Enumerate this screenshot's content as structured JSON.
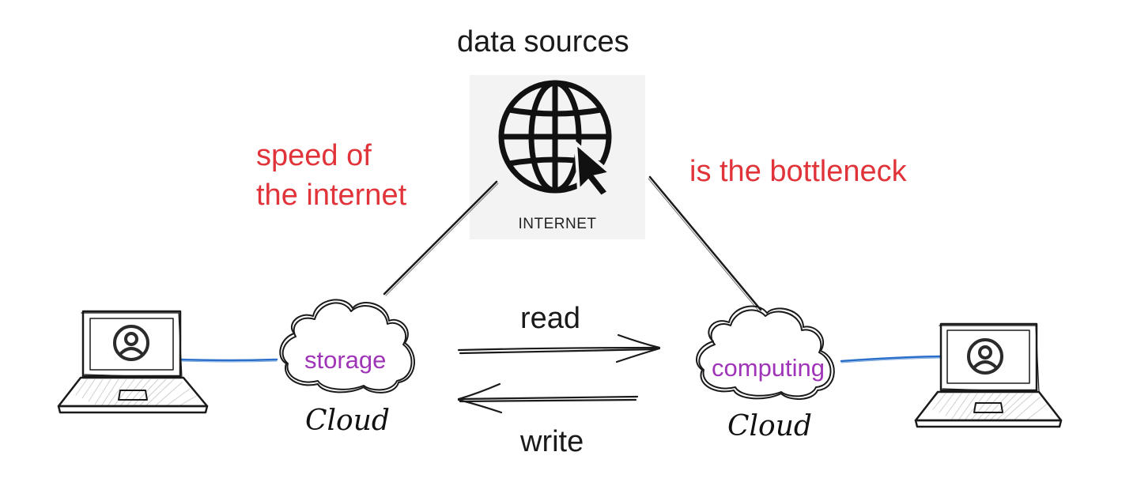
{
  "title": "data sources",
  "internet_label": "INTERNET",
  "left_note": [
    "speed of",
    "the internet"
  ],
  "right_note": "is the bottleneck",
  "left_cloud": {
    "inner_label": "storage",
    "caption": "Cloud"
  },
  "right_cloud": {
    "inner_label": "computing",
    "caption": "Cloud"
  },
  "arrows": {
    "read_label": "read",
    "write_label": "write"
  },
  "colors": {
    "annotation": "#e0343a",
    "cloud_label": "#a034b8",
    "link": "#2a6fc9",
    "stroke": "#1a1a1a"
  },
  "icons": [
    "globe-cursor-icon",
    "laptop-user-icon",
    "cloud-icon"
  ]
}
